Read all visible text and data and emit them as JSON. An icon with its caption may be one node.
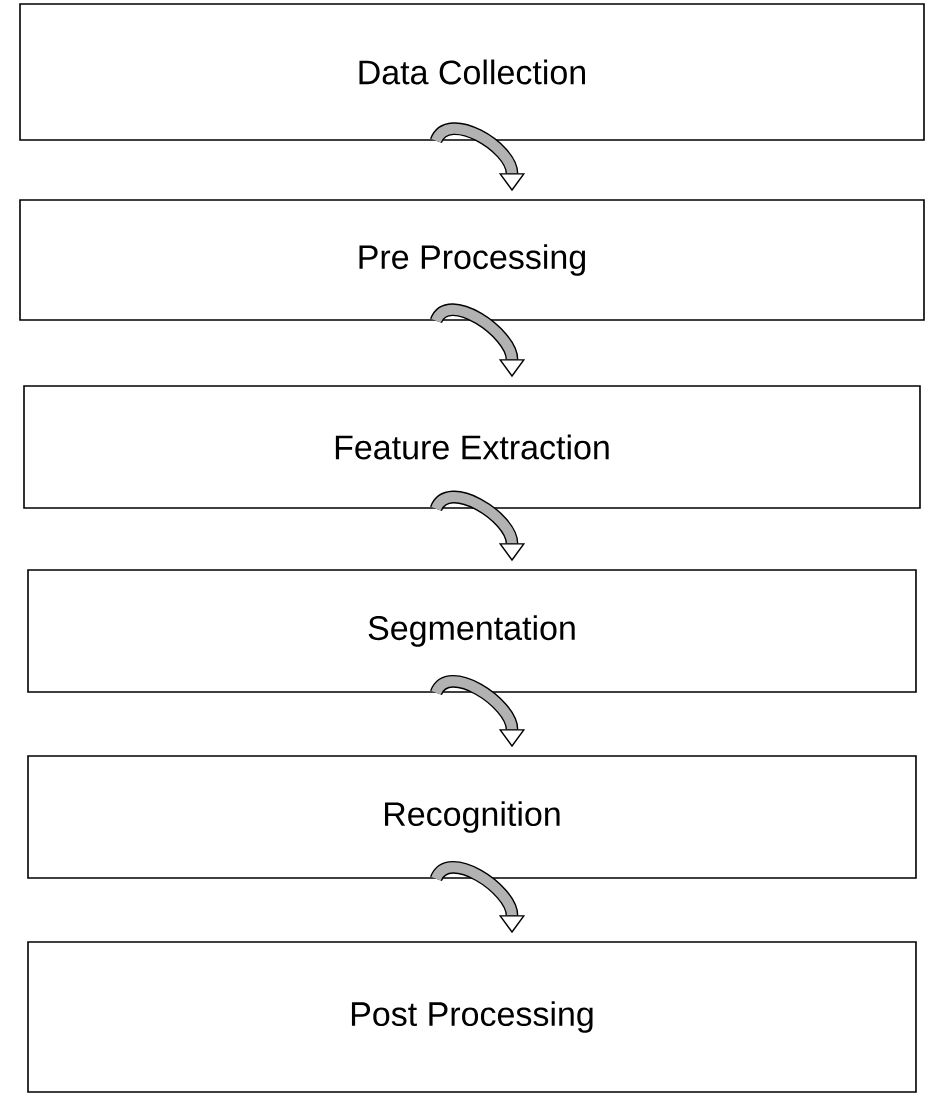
{
  "diagram": {
    "nodes": [
      {
        "text": [
          "Data Collection"
        ]
      },
      {
        "text": [
          "Pre Processing"
        ]
      },
      {
        "text": [
          "Feature Extraction"
        ]
      },
      {
        "text": [
          "Segmentation"
        ]
      },
      {
        "text": [
          "Recognition"
        ]
      },
      {
        "text": [
          "Post Processing"
        ]
      }
    ],
    "edges": [
      {
        "from": 0,
        "to": 1,
        "arrow": "to"
      },
      {
        "from": 1,
        "to": 2,
        "arrow": "to"
      },
      {
        "from": 2,
        "to": 3,
        "arrow": "to"
      },
      {
        "from": 3,
        "to": 4,
        "arrow": "to"
      },
      {
        "from": 4,
        "to": 5,
        "arrow": "to"
      }
    ]
  }
}
